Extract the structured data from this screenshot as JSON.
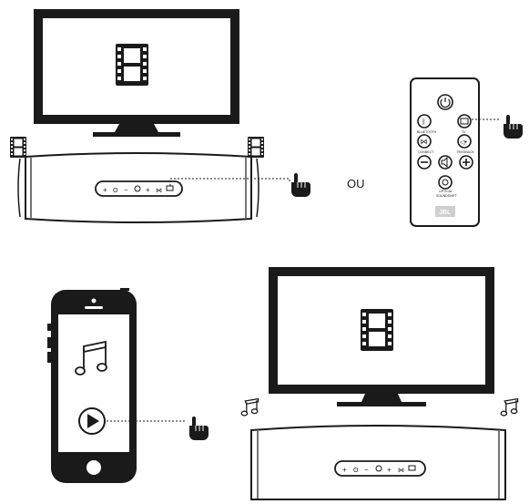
{
  "separator_text": "OU",
  "remote": {
    "brand_text": "JBL",
    "labels": {
      "bluetooth": "BLUETOOTH",
      "tv": "TV",
      "connect": "CONNECT",
      "feedback": "FEEDBACK",
      "optical": "OPTICAL",
      "soundshift": "SOUNDSHIFT"
    }
  },
  "icons": {
    "film": "film-icon",
    "hand": "pointing-hand-icon",
    "music": "music-note-icon",
    "play": "play-icon"
  },
  "colors": {
    "line": "#1a1a1a",
    "background": "#ffffff",
    "device_body": "#e6e6e6"
  }
}
